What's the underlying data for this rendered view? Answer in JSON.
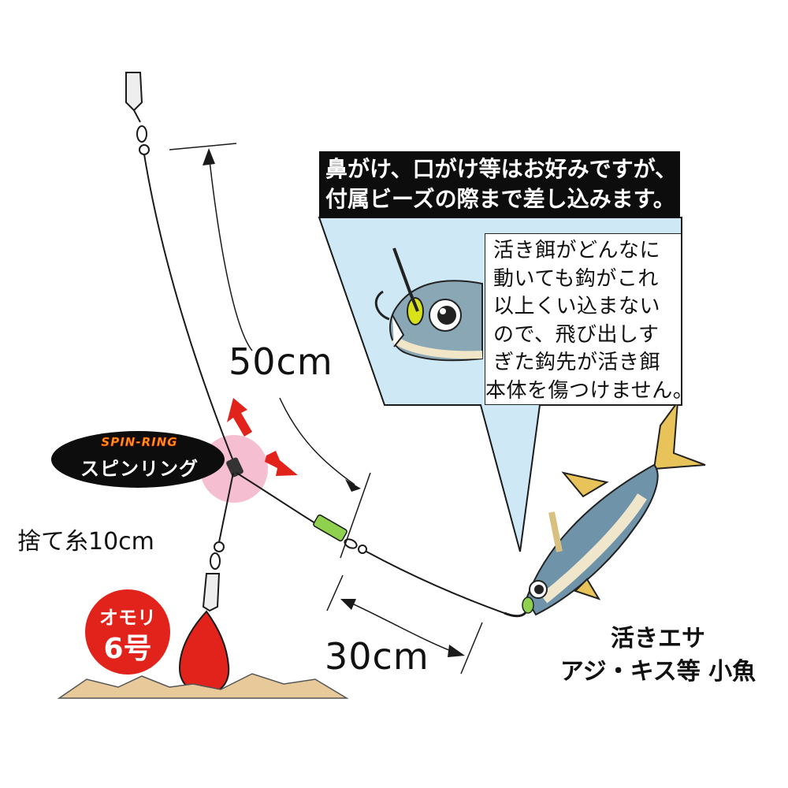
{
  "callout": {
    "title_lines": [
      "鼻がけ、口がけ等はお好みですが、",
      "付属ビーズの際まで差し込みます。"
    ],
    "note_lines": [
      "活き餌がどんなに",
      "動いても鈎がこれ",
      "以上くい込まない",
      "ので、飛び出しす",
      "ぎた鈎先が活き餌",
      "本体を傷つけません。"
    ]
  },
  "measurements": {
    "upper": "50cm",
    "lower": "30cm",
    "drop_line": "捨て糸10cm"
  },
  "spin_ring": {
    "brand": "SPIN-RING",
    "label": "スピンリング"
  },
  "sinker": {
    "line1": "オモリ",
    "line2": "6号"
  },
  "bait": {
    "line1": "活きエサ",
    "line2": "アジ・キス等 小魚"
  },
  "colors": {
    "spin_highlight": "#f4b8cc",
    "arrow": "#e1231c",
    "callout_fill": "#cfe8f5",
    "sinker": "#e1231c",
    "seabed": "#e8c99a",
    "bead": "#8fd14f"
  }
}
